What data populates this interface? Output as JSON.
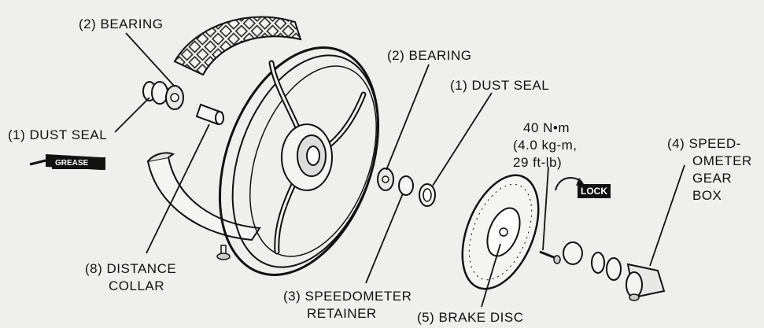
{
  "labels": {
    "bearing_left": "(2) BEARING",
    "dust_seal_left": "(1) DUST SEAL",
    "bearing_right": "(2) BEARING",
    "dust_seal_right": "(1) DUST SEAL",
    "torque_line1": "40 N•m",
    "torque_line2": "(4.0 kg-m,",
    "torque_line3": "29 ft-lb)",
    "speedo_gearbox_line1": "(4) SPEED-",
    "speedo_gearbox_line2": "OMETER",
    "speedo_gearbox_line3": "GEAR",
    "speedo_gearbox_line4": "BOX",
    "distance_collar_line1": "(8) DISTANCE",
    "distance_collar_line2": "COLLAR",
    "speedo_retainer_line1": "(3) SPEEDOMETER",
    "speedo_retainer_line2": "RETAINER",
    "brake_disc": "(5) BRAKE DISC"
  },
  "badges": {
    "grease": "GREASE",
    "lock": "LOCK"
  },
  "icons": [
    "grease-tube-icon",
    "lock-arrow-icon"
  ]
}
